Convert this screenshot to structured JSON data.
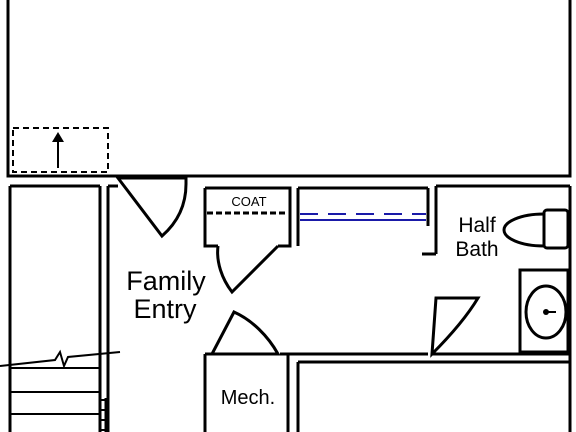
{
  "rooms": {
    "family_entry_line1": "Family",
    "family_entry_line2": "Entry",
    "coat": "COAT",
    "half_bath_line1": "Half",
    "half_bath_line2": "Bath",
    "mech": "Mech."
  },
  "colors": {
    "walls": "#000000",
    "background": "#ffffff",
    "window_line": "#1a1aa8"
  }
}
